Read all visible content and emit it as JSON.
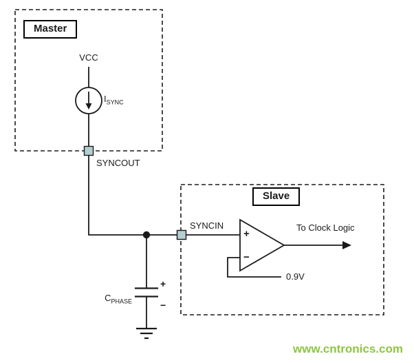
{
  "master": {
    "title": "Master",
    "vcc_label": "VCC",
    "current_source_label": {
      "base": "I",
      "sub": "SYNC"
    },
    "pin_label": "SYNCOUT"
  },
  "slave": {
    "title": "Slave",
    "pin_label": "SYNCIN",
    "opamp": {
      "plus_input": "+",
      "minus_input": "−"
    },
    "output_label": "To Clock Logic",
    "reference_voltage": "0.9V"
  },
  "capacitor": {
    "label": {
      "base": "C",
      "sub": "PHASE"
    },
    "polarity_plus": "+",
    "polarity_minus": "−"
  },
  "watermark": "www.cntronics.com",
  "colors": {
    "wire": "#1a1a1a",
    "pin_fill": "#b5ced2",
    "watermark": "#8dc63f",
    "background": "#ffffff"
  }
}
